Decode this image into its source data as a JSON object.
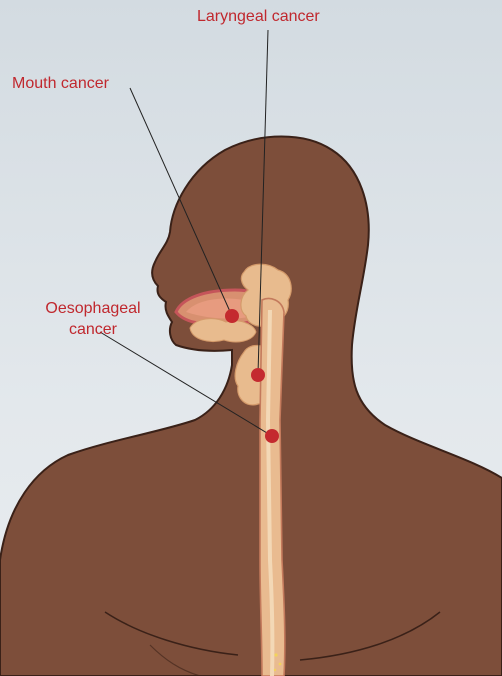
{
  "labels": {
    "laryngeal": "Laryngeal cancer",
    "mouth": "Mouth cancer",
    "oesophageal_line1": "Oesophageal",
    "oesophageal_line2": "cancer"
  },
  "colors": {
    "skin": "#7d4e3a",
    "outline": "#3a2118",
    "tissue": "#e7b98e",
    "tissue_light": "#f2d7b3",
    "marker": "#c42a2f",
    "label_text": "#c0282e"
  }
}
